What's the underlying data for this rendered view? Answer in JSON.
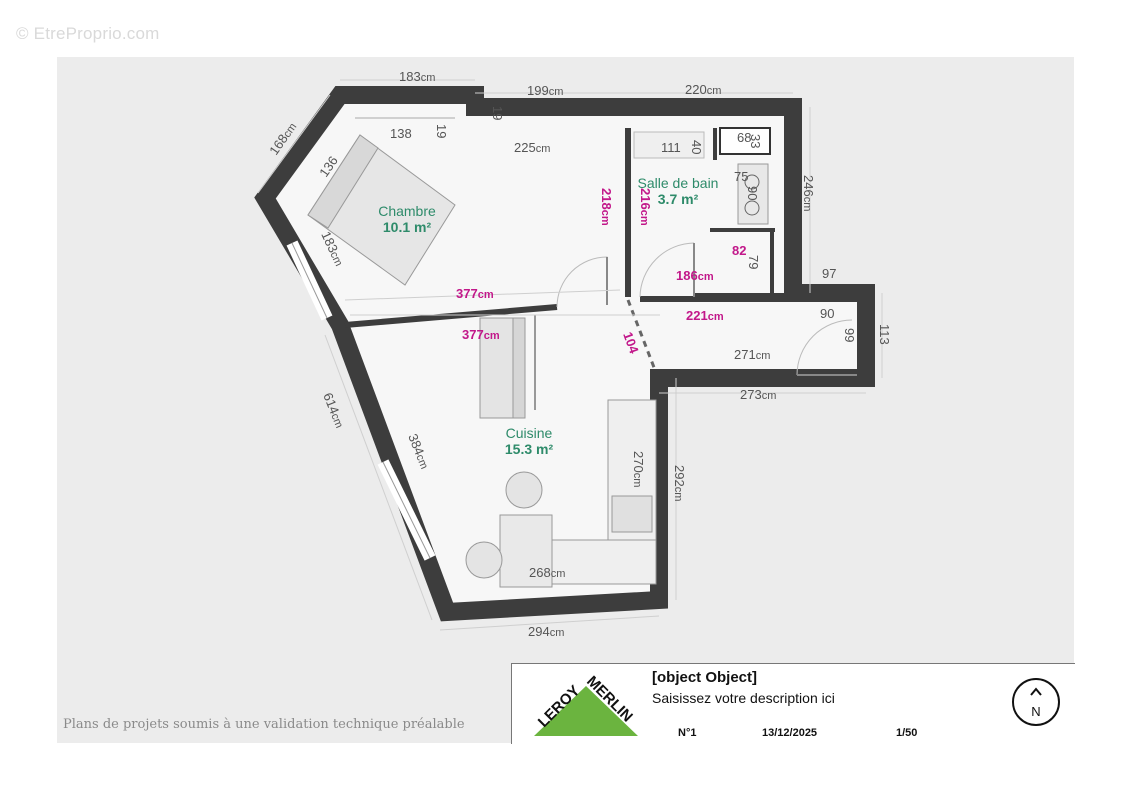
{
  "watermark": "© EtreProprio.com",
  "rooms": [
    {
      "name": "Chambre",
      "area": "10.1 m²"
    },
    {
      "name": "Salle de bain",
      "area": "3.7 m²"
    },
    {
      "name": "Cuisine",
      "area": "15.3 m²"
    }
  ],
  "dims": {
    "top_183": "183",
    "top_19": "19",
    "top_199": "199",
    "top_220": "220",
    "left_168": "168",
    "in_138": "138",
    "in_19b": "19",
    "in_136": "136",
    "in_225": "225",
    "in_111": "111",
    "in_40": "40",
    "in_68": "68",
    "in_33": "33",
    "in_75": "75",
    "in_90": "90",
    "right_246": "246",
    "in_183": "183",
    "bath_218": "218",
    "bath_216": "216",
    "in_82": "82",
    "in_79": "79",
    "bath_186": "186",
    "right_97": "97",
    "in_377a": "377",
    "in_377b": "377",
    "in_221": "221",
    "in_90b": "90",
    "in_99": "99",
    "right_113": "113",
    "door_104": "104",
    "in_271": "271",
    "below_273": "273",
    "left_614": "614",
    "in_384": "384",
    "in_270": "270",
    "right_292": "292",
    "in_268": "268",
    "bottom_294": "294"
  },
  "unit": "cm",
  "disclaimer": "Plans de projets soumis à une validation technique préalable",
  "title_block": {
    "title": "[object Object]",
    "description": "Saisissez votre description ici",
    "number": "N°1",
    "date": "13/12/2025",
    "scale": "1/50",
    "compass": "N",
    "logo_text_1": "LEROY",
    "logo_text_2": "MERLIN"
  },
  "colors": {
    "wall": "#3d3d3d",
    "room_label": "#2e8b6a",
    "pink_dim": "#c2188a",
    "logo_green": "#6bb43f"
  }
}
